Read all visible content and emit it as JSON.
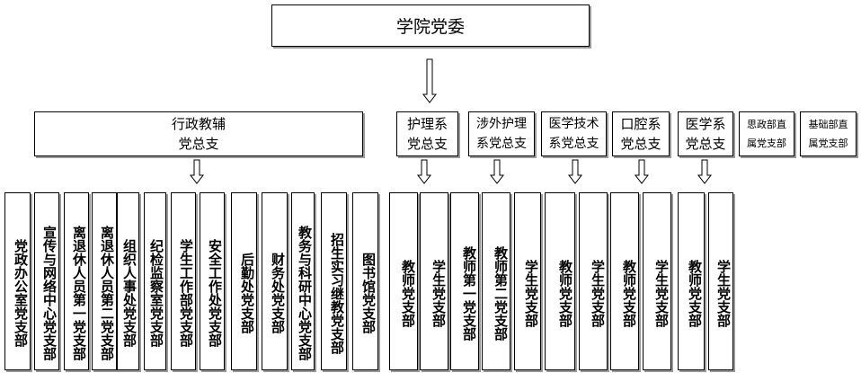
{
  "root": {
    "label": "学院党委"
  },
  "mid": [
    {
      "id": "xingzheng",
      "lines": [
        "行政教辅",
        "党总支"
      ]
    },
    {
      "id": "huli",
      "lines": [
        "护理系",
        "党总支"
      ]
    },
    {
      "id": "shewai",
      "lines": [
        "涉外护理",
        "系党总支"
      ]
    },
    {
      "id": "yixuejishu",
      "lines": [
        "医学技术",
        "系党总支"
      ]
    },
    {
      "id": "kouqiang",
      "lines": [
        "口腔系",
        "党总支"
      ]
    },
    {
      "id": "yixue",
      "lines": [
        "医学系",
        "党总支"
      ]
    },
    {
      "id": "sizheng",
      "lines": [
        "思政部直",
        "属党支部"
      ]
    },
    {
      "id": "jichu",
      "lines": [
        "基础部直",
        "属党支部"
      ]
    }
  ],
  "leaves": [
    "党政办公室党支部",
    "宣传与网络中心党支部",
    "离退休人员第一党支部",
    "离退休人员第二党支部",
    "组织人事处党支部",
    "纪检监察室党支部",
    "学生工作部党支部",
    "安全工作处党支部",
    "后勤处党支部",
    "财务处党支部",
    "教务与科研中心党支部",
    "招生实习继教党支部",
    "图书馆党支部",
    "教师党支部",
    "学生党支部",
    "教师第一党支部",
    "教师第二党支部",
    "学生党支部",
    "教师党支部",
    "学生党支部",
    "教师党支部",
    "学生党支部",
    "教师党支部",
    "学生党支部"
  ]
}
